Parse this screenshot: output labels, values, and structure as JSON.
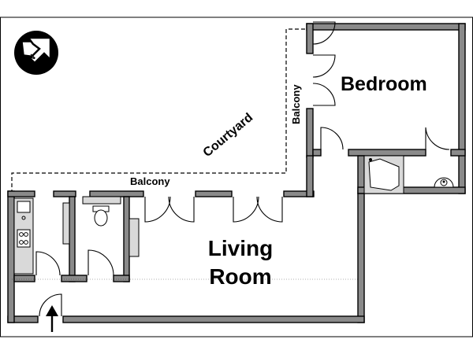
{
  "rooms": {
    "bedroom": "Bedroom",
    "living_line1": "Living",
    "living_line2": "Room"
  },
  "labels": {
    "courtyard": "Courtyard",
    "balcony_horizontal": "Balcony",
    "balcony_vertical": "Balcony",
    "compass": "N"
  },
  "icons": {
    "compass": "north-arrow-icon",
    "entrance": "entrance-arrow-icon"
  },
  "colors": {
    "wall_fill": "#8a8a8a",
    "line": "#000000",
    "fixture_fill": "#d9d9d9",
    "background": "#ffffff"
  }
}
